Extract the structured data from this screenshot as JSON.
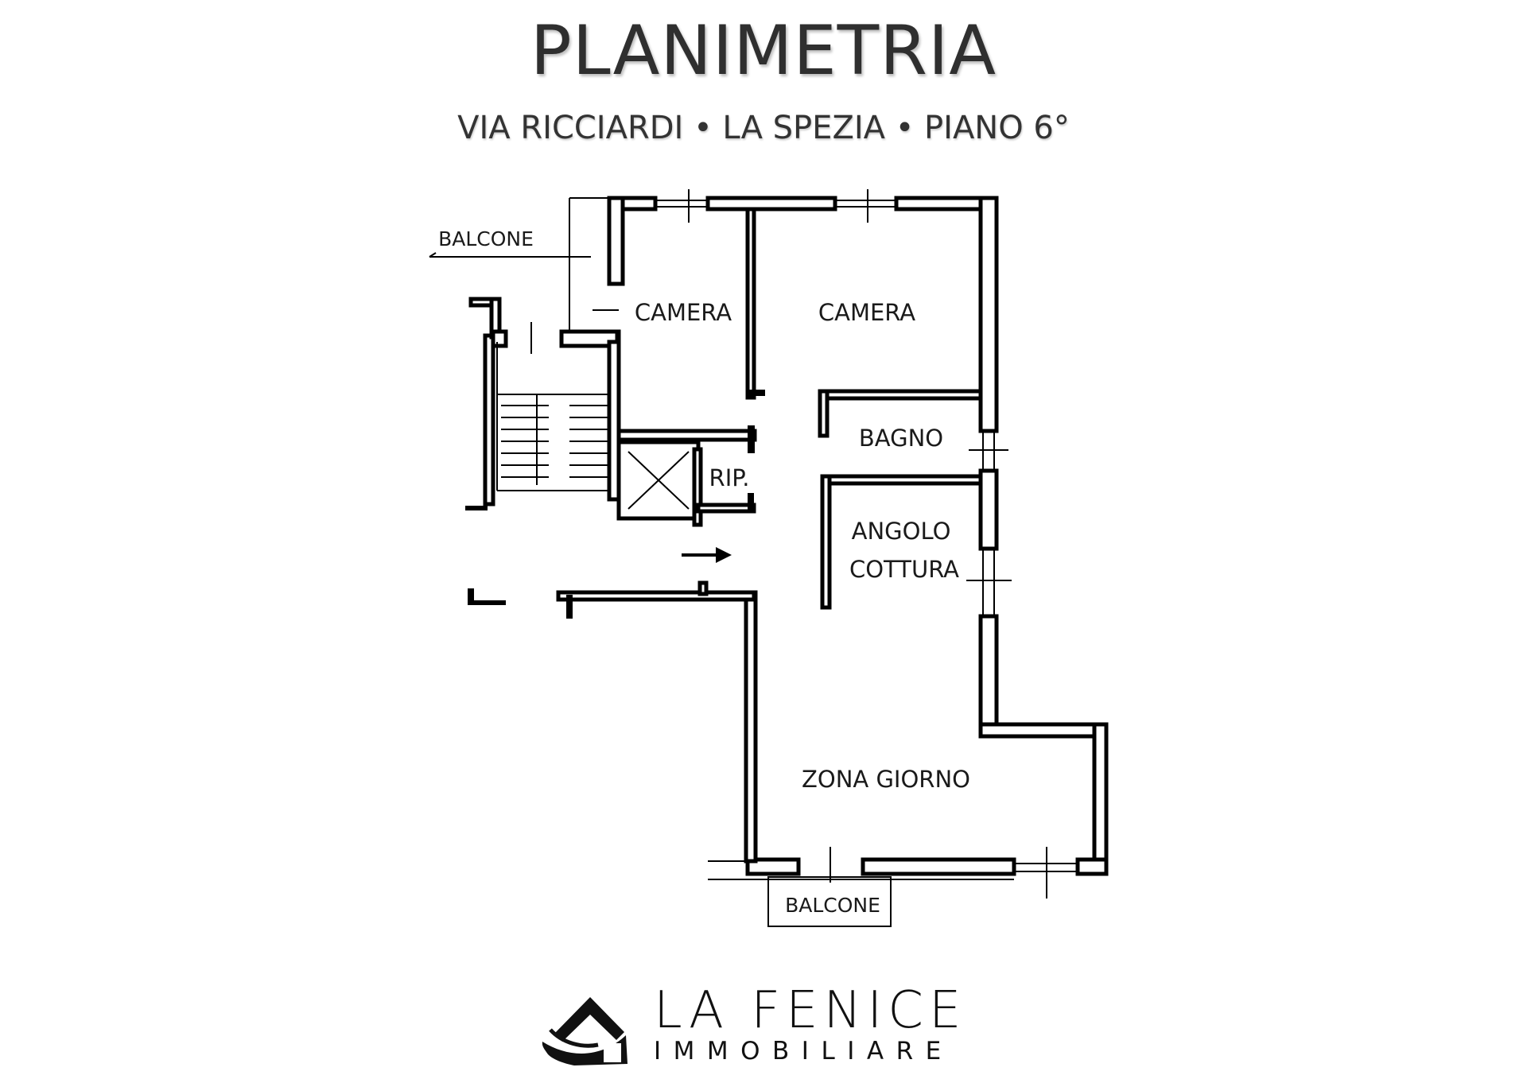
{
  "header": {
    "title": "PLANIMETRIA",
    "subtitle": "VIA RICCIARDI • LA SPEZIA • PIANO 6°"
  },
  "plan": {
    "rooms": {
      "balcone_top": "BALCONE",
      "camera_1": "CAMERA",
      "camera_2": "CAMERA",
      "bagno": "BAGNO",
      "ripostiglio": "RIP.",
      "angolo_cottura_1": "ANGOLO",
      "angolo_cottura_2": "COTTURA",
      "zona_giorno": "ZONA GIORNO",
      "balcone_bottom": "BALCONE"
    }
  },
  "logo": {
    "name": "LA FENICE",
    "tagline": "IMMOBILIARE",
    "icon": "phoenix-house-icon"
  }
}
